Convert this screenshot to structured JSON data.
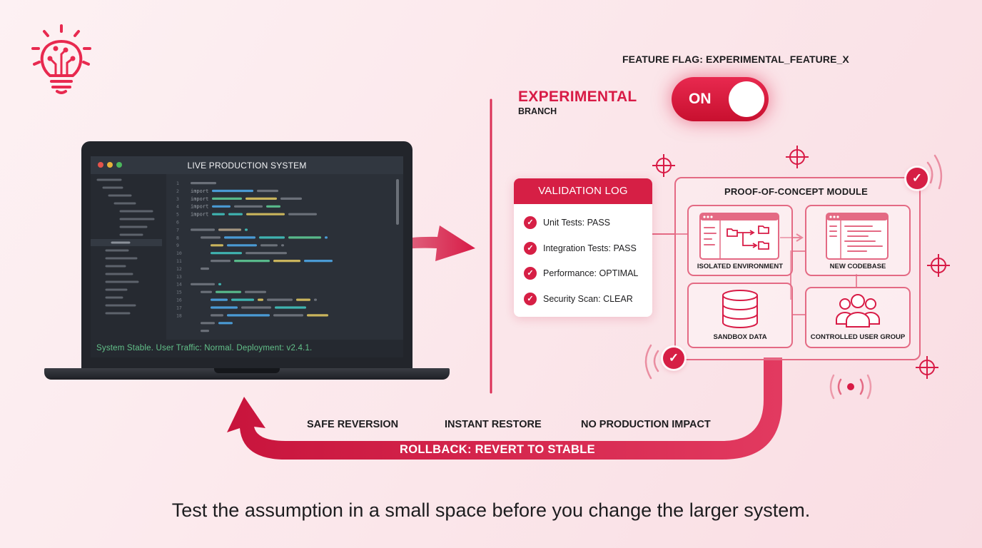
{
  "laptop": {
    "screen_title": "LIVE PRODUCTION SYSTEM",
    "status_text": "System Stable. User Traffic: Normal. Deployment: v2.4.1.",
    "window_dot_colors": [
      "#e5534b",
      "#e8b13a",
      "#4bb85c"
    ],
    "code_keyword": "import",
    "line_numbers": [
      "1",
      "2",
      "3",
      "4",
      "5",
      "6",
      "7",
      "8",
      "9",
      "10",
      "11",
      "12",
      "13",
      "14",
      "15",
      "16",
      "17",
      "18"
    ],
    "code_colors": {
      "comment": "#6b7079",
      "blue": "#4a9ad4",
      "yellow": "#c9b45c",
      "green": "#58b98a",
      "teal": "#3fb3b0",
      "purple": "#8f7ab8",
      "sand": "#a49580"
    }
  },
  "flag": {
    "label": "FEATURE FLAG: EXPERIMENTAL_FEATURE_X",
    "toggle_text": "ON",
    "toggle_color": "#d81b46"
  },
  "branch": {
    "title": "EXPERIMENTAL",
    "subtitle": "BRANCH"
  },
  "validation": {
    "title": "VALIDATION LOG",
    "items": [
      "Unit Tests: PASS",
      "Integration Tests: PASS",
      "Performance: OPTIMAL",
      "Security Scan: CLEAR"
    ]
  },
  "poc": {
    "title": "PROOF-OF-CONCEPT MODULE",
    "isolated_env": "ISOLATED ENVIRONMENT",
    "new_codebase": "NEW CODEBASE",
    "sandbox_data": "SANDBOX DATA",
    "user_group": "CONTROLLED USER GROUP"
  },
  "rollback": {
    "labels": [
      "SAFE REVERSION",
      "INSTANT RESTORE",
      "NO PRODUCTION IMPACT"
    ],
    "banner": "ROLLBACK: REVERT TO STABLE"
  },
  "caption": "Test the assumption in a small space before you change the larger system.",
  "colors": {
    "accent": "#d81b46",
    "accent_light": "#e46a84",
    "background": "#fbe8ec"
  },
  "icons": [
    "lightbulb-circuit-icon",
    "check-icon",
    "crosshair-icon",
    "folder-icon",
    "database-icon",
    "users-icon",
    "signal-icon",
    "window-icon"
  ]
}
